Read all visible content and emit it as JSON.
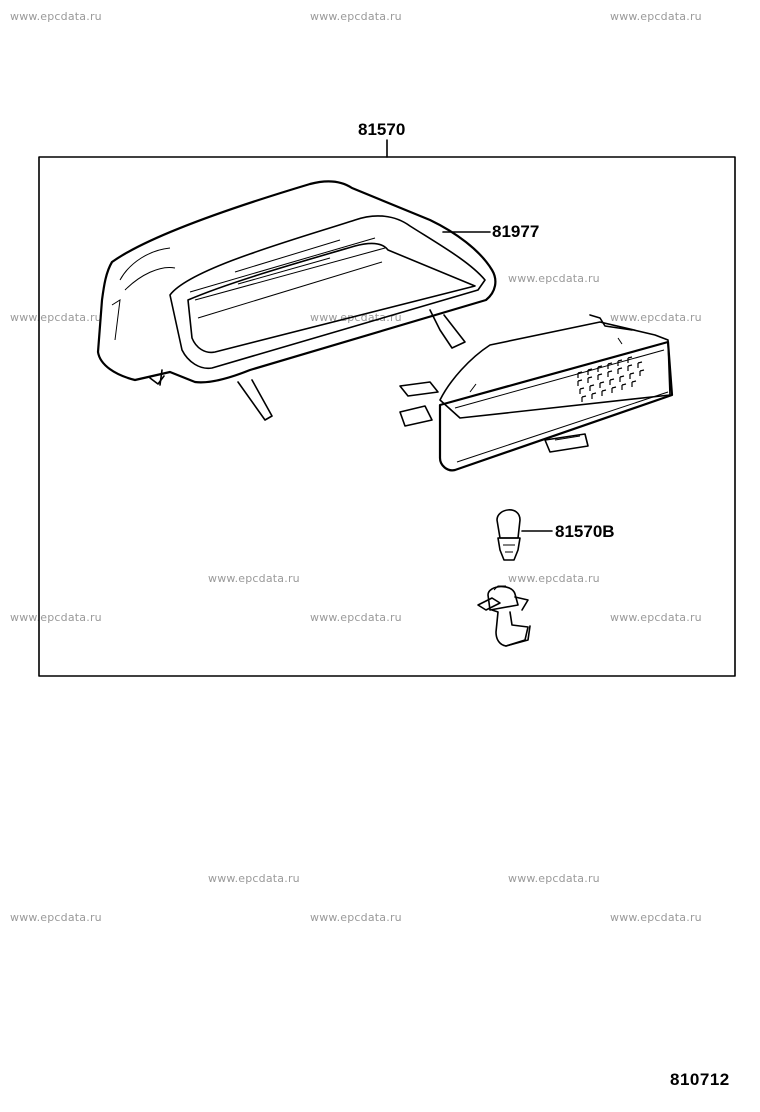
{
  "watermark_text": "www.epcdata.ru",
  "callouts": {
    "assembly": "81570",
    "lens_cover": "81977",
    "bulb": "81570B"
  },
  "diagram_code": "810712"
}
